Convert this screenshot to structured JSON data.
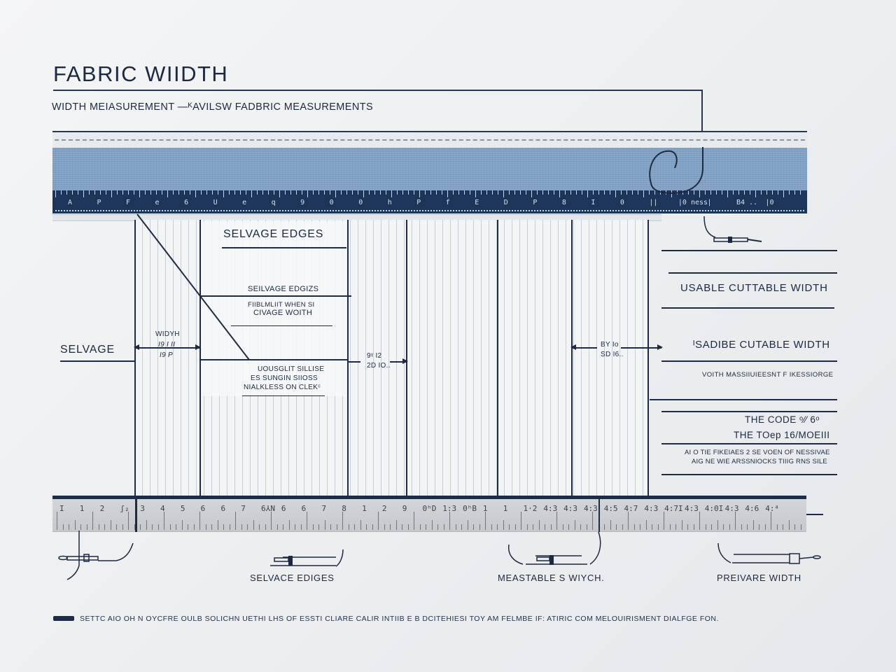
{
  "header": {
    "title": "FABRIC WIIDTH",
    "subtitle": "WIDTH MEIASUREMENT —ᴷAVILSW FADBRIC  MEASUREMENTS"
  },
  "top_band": {
    "layers": [
      "selvage stitch strip",
      "blue woven fabric",
      "navy ruler"
    ],
    "ruler_labels": [
      "A",
      "P",
      "F",
      "e",
      "6",
      "U",
      "e",
      "q",
      "9",
      "0",
      "0",
      "h",
      "P",
      "f",
      "E",
      "D",
      "P",
      "8",
      "I",
      "0",
      "||",
      "|0 ness",
      "|",
      "B4 ..",
      "|0"
    ],
    "colors": {
      "fabric": "#7f9fc2",
      "ruler": "#1d3558",
      "selvage": "#e8ebee"
    }
  },
  "panel_labels": {
    "selvage_edges_heading": "SELVAGE EDGES",
    "selvage_edges_sub": "SEILVAGE EDGIZS",
    "selvage_note_line1": "FIIBLMLIIT WHEN SI",
    "selvage_note_line2": "CIVAGE WOITH",
    "selvage_side": "SELVAGE",
    "width_label": "WIDYH",
    "width_value1": "I9 I II",
    "width_value2": "I9 P",
    "note_line1": "UOUSGLIT SILLISE",
    "note_line2": "ES SUNGIN SIIOSS",
    "note_line3": "NIALKLESS ON CLEKᶜ",
    "dim_center_1": "9ᵞ I2",
    "dim_center_2": "2D IO..",
    "dim_right_1": "BY Io",
    "dim_right_2": "SD I6.."
  },
  "right_annotations": {
    "usable_1": "USABLE CUTTABLE WIDTH",
    "usable_2": "ᴵSADIBE CUTABLE WIDTH",
    "usable_sub": "VOITH MASSIIUIEESNT F IKESSIORGE",
    "code_line1": "THE CODE ᵒ⁄⁄ 6ᵒ",
    "code_line2": "THE TOep  16/MOEIII",
    "note_line1": "AI O TIE FIKEIAES 2 SE VOEN OF NESSIVAE",
    "note_line2": "AIG NE WIE ARSSNIOCKS TIIIG RNS SILE"
  },
  "bottom_ruler": {
    "labels": [
      "I",
      "1",
      "2",
      "ʃ₂",
      "3",
      "4",
      "5",
      "6",
      "6",
      "7",
      "6⅄N",
      "6",
      "6",
      "7",
      "8",
      "1",
      "2",
      "9",
      "0ʰD",
      "1:3",
      "0ʰB",
      "1",
      "1",
      "1·2",
      "4:3",
      "4:3",
      "4:3",
      "4:5",
      "4:7",
      "4:3",
      "4:7I",
      "4:3",
      "4:0I",
      "4:3",
      "4:6",
      "4:⁴"
    ]
  },
  "bottom_captions": {
    "left": "SELVACE EDIGES",
    "center": "MEASTABLE S WIYCH.",
    "right": "PREIVARE WIDTH"
  },
  "footer": {
    "text": "SETTC AIO OH N OYCFRE OULB SOLICHN UETHI LHS OF ESSTI CLIARE CALIR INTIIB E B DCITEHIESI TOY  AM FELMBE IF: ATIRIC COM MELOUIRISMENT DIALFGE FON."
  }
}
